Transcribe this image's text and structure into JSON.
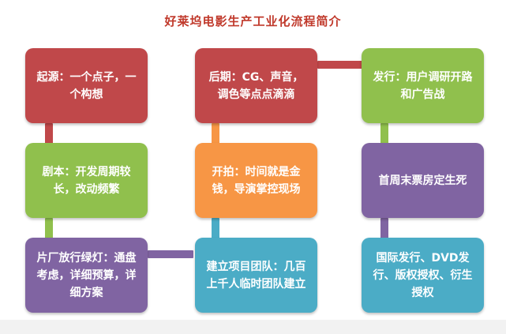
{
  "title": "好莱坞电影生产工业化流程简介",
  "boxes": {
    "origin": "起源：一个点子，一个构想",
    "script": "剧本：开发周期较长，改动频繁",
    "greenlight": "片厂放行绿灯：通盘考虑，详细预算，详细方案",
    "team": "建立项目团队：几百上千人临时团队建立",
    "shooting": "开拍：时间就是金钱，导演掌控现场",
    "post": "后期：CG、声音，调色等点点滴滴",
    "release": "发行：用户调研开路和广告战",
    "opening": "首周末票房定生死",
    "intl": "国际发行、DVD发行、版权授权、衍生授权"
  },
  "colors": {
    "red": "#c0484a",
    "green": "#90c04d",
    "orange": "#f79645",
    "purple": "#8064a2",
    "blue": "#4bacc6"
  }
}
